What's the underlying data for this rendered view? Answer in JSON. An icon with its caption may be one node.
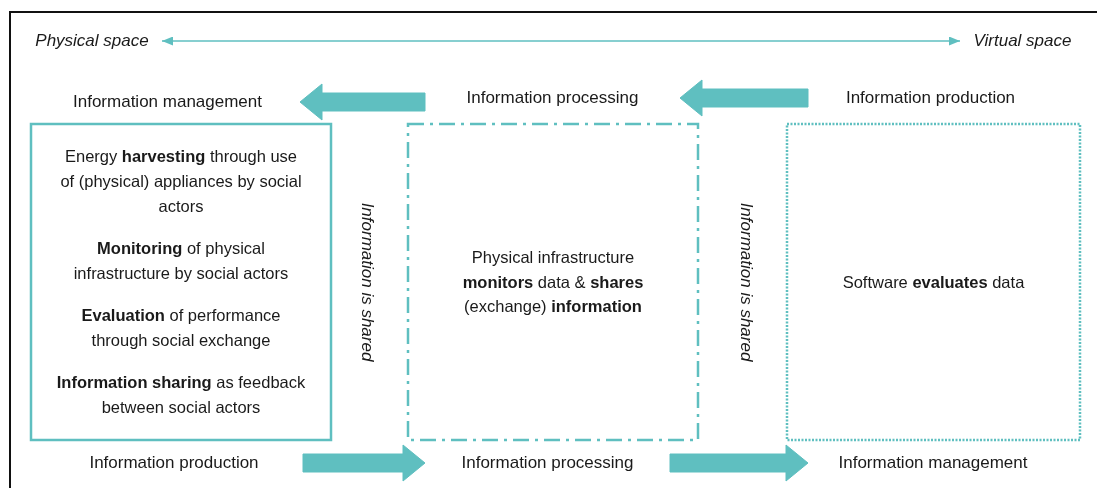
{
  "diagram": {
    "nodes": [
      {
        "text": [
          "Physical space"
        ]
      },
      {
        "text": [
          "Virtual space"
        ]
      },
      {
        "text": [
          "Information management"
        ]
      },
      {
        "text": [
          "Information processing"
        ]
      },
      {
        "text": [
          "Information production"
        ]
      },
      {
        "text": [
          "Energy **harvesting** through use of (physical) appliances by social actors",
          "**Monitoring** of physical infrastructure by social actors",
          "**Evaluation** of performance through social exchange",
          "**Information sharing** as feedback between social actors"
        ]
      },
      {
        "text": [
          "Physical infrastructure **monitors** data & **shares** (exchange) **information**"
        ]
      },
      {
        "text": [
          "Software **evaluates** data"
        ]
      },
      {
        "text": [
          "Information production"
        ]
      },
      {
        "text": [
          "Information processing"
        ]
      },
      {
        "text": [
          "Information management"
        ]
      }
    ],
    "edges": [
      {
        "from": 0,
        "to": 1,
        "arrow": "both"
      },
      {
        "from": 4,
        "to": 3,
        "arrow": "to",
        "style": "thick"
      },
      {
        "from": 3,
        "to": 2,
        "arrow": "to",
        "style": "thick"
      },
      {
        "from": 8,
        "to": 9,
        "arrow": "to",
        "style": "thick"
      },
      {
        "from": 9,
        "to": 10,
        "arrow": "to",
        "style": "thick"
      }
    ],
    "labels": [
      "Information is shared",
      "Information is shared"
    ]
  }
}
